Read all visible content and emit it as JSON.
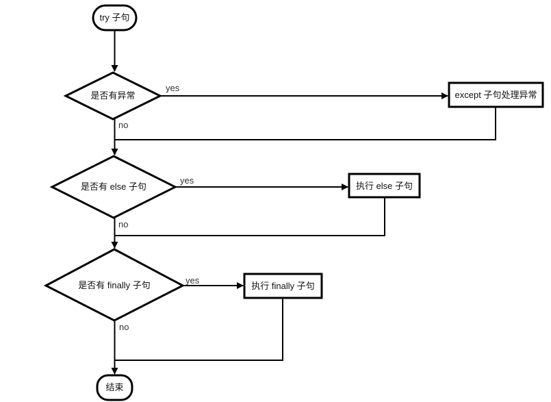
{
  "colors": {
    "background": "#ffffff",
    "line": "#000000",
    "node_fill": "#ffffff",
    "node_text": "#111111",
    "edge_label_text": "#333333"
  },
  "nodes": {
    "start": "try 子句",
    "decision_exception": "是否有异常",
    "process_except": "except 子句处理异常",
    "decision_else": "是否有 else 子句",
    "process_else": "执行 else 子句",
    "decision_finally": "是否有 finally 子句",
    "process_finally": "执行 finally 子句",
    "end": "结束"
  },
  "edge_labels": {
    "exception_yes": "yes",
    "exception_no": "no",
    "else_yes": "yes",
    "else_no": "no",
    "finally_yes": "yes",
    "finally_no": "no"
  }
}
